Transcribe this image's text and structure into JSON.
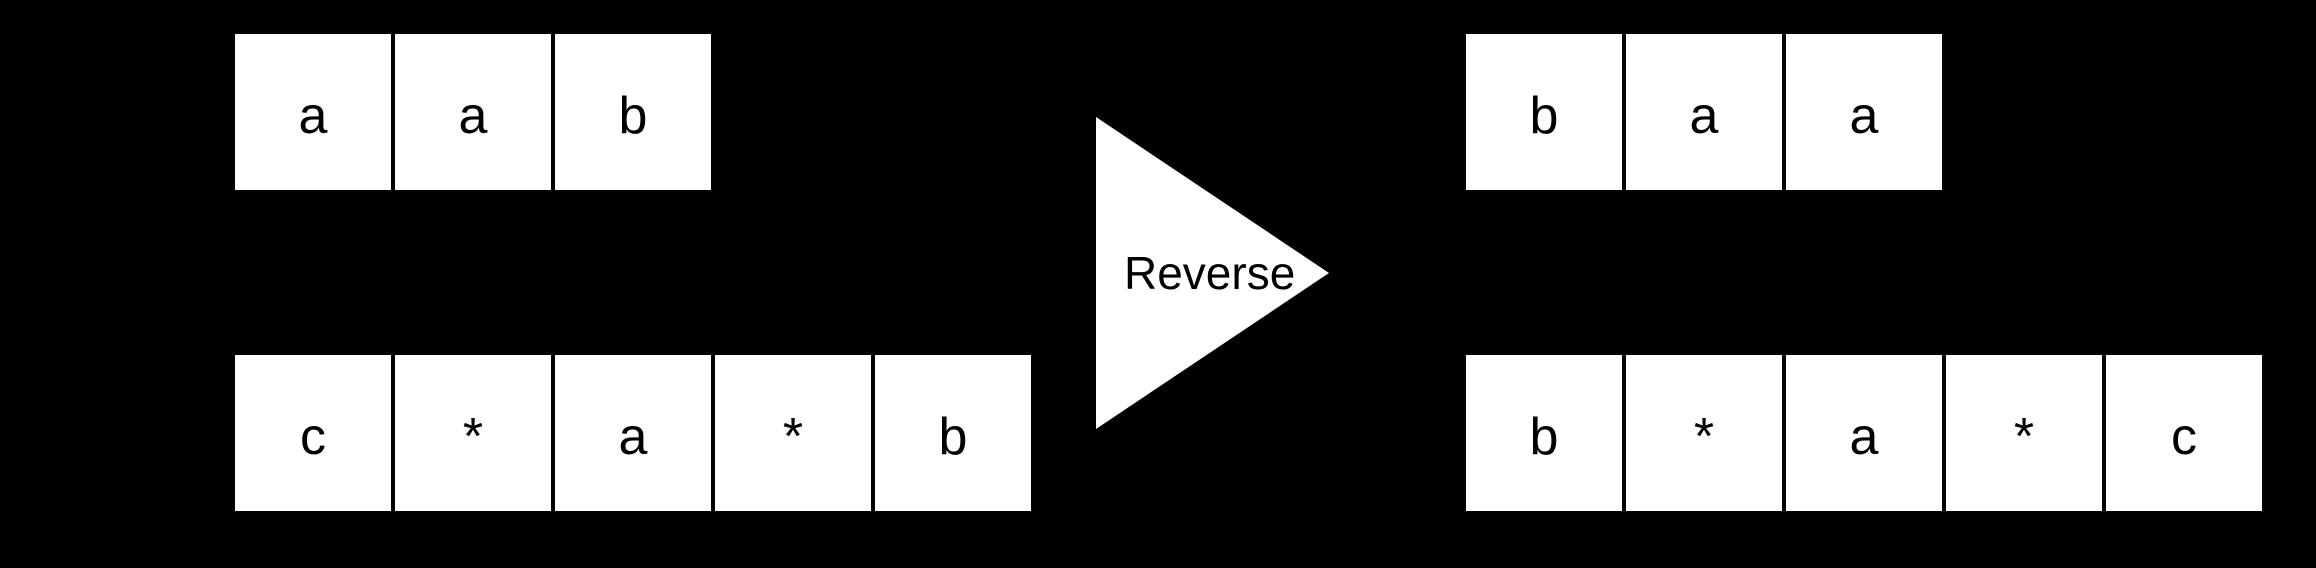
{
  "diagram": {
    "description": "Reverse operation on two symbol sequences",
    "arrow": {
      "label": "Reverse",
      "direction": "right"
    },
    "left": {
      "top_row": {
        "cells": [
          "a",
          "a",
          "b"
        ]
      },
      "bottom_row": {
        "cells": [
          "c",
          "*",
          "a",
          "*",
          "b"
        ]
      }
    },
    "right": {
      "top_row": {
        "cells": [
          "b",
          "a",
          "a"
        ]
      },
      "bottom_row": {
        "cells": [
          "b",
          "*",
          "a",
          "*",
          "c"
        ]
      }
    },
    "colors": {
      "background": "#000000",
      "cell_fill": "#ffffff",
      "cell_text": "#000000",
      "arrow_fill": "#ffffff",
      "arrow_text": "#000000"
    }
  }
}
